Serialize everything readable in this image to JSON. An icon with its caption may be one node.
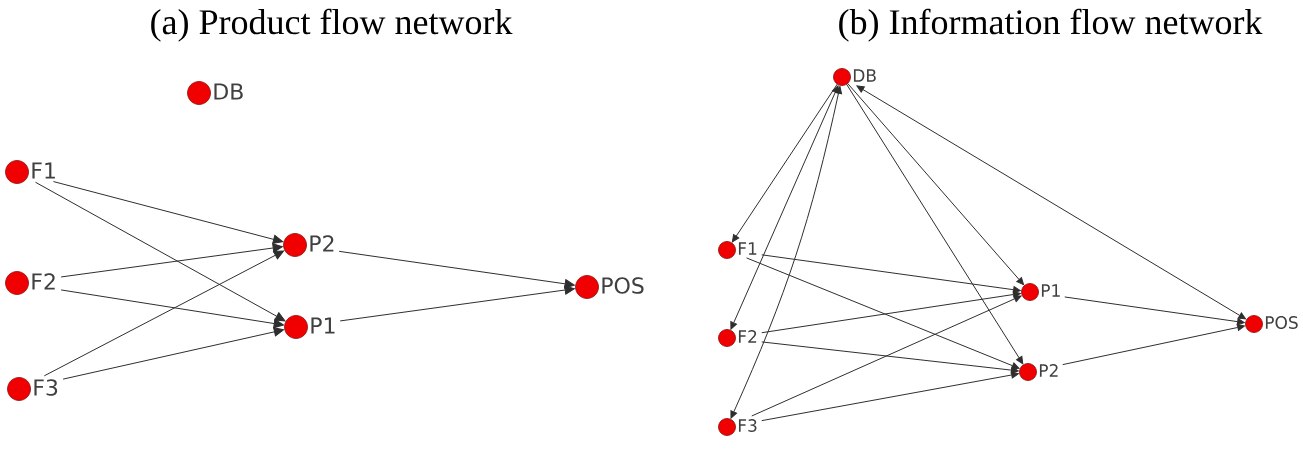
{
  "diagram": {
    "nodes": [
      {
        "text": [
          "DB"
        ]
      },
      {
        "text": [
          "F1"
        ]
      },
      {
        "text": [
          "F2"
        ]
      },
      {
        "text": [
          "F3"
        ]
      },
      {
        "text": [
          "P2"
        ]
      },
      {
        "text": [
          "P1"
        ]
      },
      {
        "text": [
          "POS"
        ]
      },
      {
        "text": [
          "DB"
        ]
      },
      {
        "text": [
          "F1"
        ]
      },
      {
        "text": [
          "F2"
        ]
      },
      {
        "text": [
          "F3"
        ]
      },
      {
        "text": [
          "P1"
        ]
      },
      {
        "text": [
          "P2"
        ]
      },
      {
        "text": [
          "POS"
        ]
      }
    ],
    "edges": [
      {
        "from": 1,
        "to": 4,
        "arrow": "to"
      },
      {
        "from": 1,
        "to": 5,
        "arrow": "to"
      },
      {
        "from": 2,
        "to": 4,
        "arrow": "to"
      },
      {
        "from": 2,
        "to": 5,
        "arrow": "to"
      },
      {
        "from": 3,
        "to": 4,
        "arrow": "to"
      },
      {
        "from": 3,
        "to": 5,
        "arrow": "to"
      },
      {
        "from": 4,
        "to": 6,
        "arrow": "to"
      },
      {
        "from": 5,
        "to": 6,
        "arrow": "to"
      },
      {
        "from": 7,
        "to": 8,
        "arrow": "to"
      },
      {
        "from": 7,
        "to": 9,
        "arrow": "both"
      },
      {
        "from": 7,
        "to": 10,
        "arrow": "both"
      },
      {
        "from": 7,
        "to": 11,
        "arrow": "to"
      },
      {
        "from": 7,
        "to": 12,
        "arrow": "to"
      },
      {
        "from": 7,
        "to": 13,
        "arrow": "both"
      },
      {
        "from": 8,
        "to": 11,
        "arrow": "to"
      },
      {
        "from": 8,
        "to": 12,
        "arrow": "to"
      },
      {
        "from": 9,
        "to": 11,
        "arrow": "to"
      },
      {
        "from": 9,
        "to": 12,
        "arrow": "to"
      },
      {
        "from": 10,
        "to": 11,
        "arrow": "to"
      },
      {
        "from": 10,
        "to": 12,
        "arrow": "to"
      },
      {
        "from": 11,
        "to": 13,
        "arrow": "to"
      },
      {
        "from": 12,
        "to": 13,
        "arrow": "to"
      }
    ],
    "labels": [
      "(a) Product flow network",
      "(b) Information flow network"
    ]
  }
}
